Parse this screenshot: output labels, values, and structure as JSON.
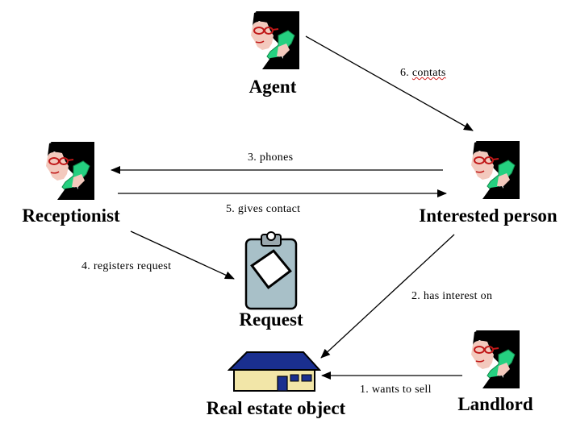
{
  "nodes": {
    "agent": {
      "label": "Agent",
      "icon": "person-on-phone-icon"
    },
    "receptionist": {
      "label": "Receptionist",
      "icon": "person-on-phone-icon"
    },
    "interested_person": {
      "label": "Interested person",
      "icon": "person-on-phone-icon"
    },
    "landlord": {
      "label": "Landlord",
      "icon": "person-on-phone-icon"
    },
    "request": {
      "label": "Request",
      "icon": "clipboard-icon"
    },
    "real_estate": {
      "label": "Real estate object",
      "icon": "house-icon"
    }
  },
  "edges": {
    "e1": {
      "label": "1. wants to sell",
      "from": "landlord",
      "to": "real_estate"
    },
    "e2": {
      "label": "2. has interest on",
      "from": "interested_person",
      "to": "real_estate"
    },
    "e3": {
      "label": "3. phones",
      "from": "interested_person",
      "to": "receptionist"
    },
    "e4": {
      "label": "4. registers request",
      "from": "receptionist",
      "to": "request"
    },
    "e5": {
      "label": "5. gives contact",
      "from": "receptionist",
      "to": "interested_person"
    },
    "e6_prefix": "6. ",
    "e6_word": "contats",
    "e6": {
      "from": "agent",
      "to": "interested_person"
    }
  },
  "colors": {
    "skin": "#f3c9bd",
    "hair": "#000000",
    "phone": "#25d080",
    "glasses": "#c01818",
    "roof": "#1a2f8f",
    "house_wall": "#f2e6a8",
    "clipboard": "#a8c0c8",
    "arrow": "#000000"
  }
}
